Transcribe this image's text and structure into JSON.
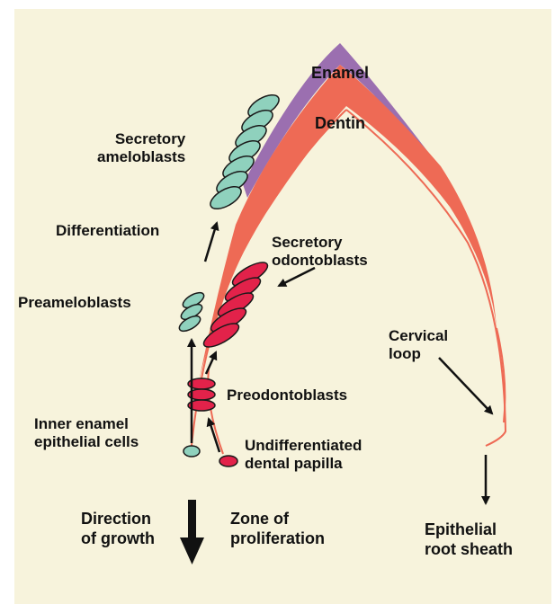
{
  "labels": {
    "enamel": "Enamel",
    "dentin": "Dentin",
    "secretory_ameloblasts": [
      "Secretory",
      "ameloblasts"
    ],
    "differentiation": "Differentiation",
    "secretory_odontoblasts": [
      "Secretory",
      "odontoblasts"
    ],
    "preameloblasts": "Preameloblasts",
    "cervical_loop": [
      "Cervical",
      "loop"
    ],
    "preodontoblasts": "Preodontoblasts",
    "inner_enamel": [
      "Inner enamel",
      "epithelial cells"
    ],
    "undifferentiated": [
      "Undifferentiated",
      "dental papilla"
    ],
    "direction": [
      "Direction",
      "of growth"
    ],
    "zone": [
      "Zone of",
      "proliferation"
    ],
    "root_sheath": [
      "Epithelial",
      "root sheath"
    ]
  },
  "colors": {
    "background": "#f7f3dc",
    "enamel": "#9b6fb0",
    "dentin": "#ee6a55",
    "ameloblast_fill": "#8fd1bd",
    "odontoblast_fill": "#e2224a",
    "outline": "#1a1a1a"
  }
}
